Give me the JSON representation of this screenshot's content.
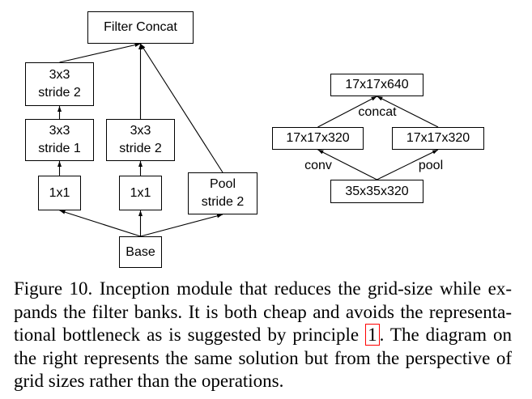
{
  "left_diagram": {
    "filter_concat": "Filter Concat",
    "top_conv": {
      "line1": "3x3",
      "line2": "stride 2"
    },
    "stride1_conv": {
      "line1": "3x3",
      "line2": "stride 1"
    },
    "mid_conv": {
      "line1": "3x3",
      "line2": "stride 2"
    },
    "left_1x1": "1x1",
    "right_1x1": "1x1",
    "pool": {
      "line1": "Pool",
      "line2": "stride 2"
    },
    "base": "Base"
  },
  "right_diagram": {
    "output": "17x17x640",
    "concat_label": "concat",
    "conv_branch": "17x17x320",
    "pool_branch": "17x17x320",
    "conv_label": "conv",
    "pool_label": "pool",
    "input": "35x35x320"
  },
  "caption": {
    "line1": "Figure 10. Inception module that reduces the grid-size while ex-",
    "line2": "pands the filter banks. It is both cheap and avoids the representa-",
    "line3_before": "tional bottleneck as is suggested by principle ",
    "line3_ref": "1",
    "line3_after": ". The diagram on",
    "line4": "the right represents the same solution but from the perspective of",
    "line5": "grid sizes rather than the operations."
  },
  "colors": {
    "reference_box": "#ff0000"
  }
}
